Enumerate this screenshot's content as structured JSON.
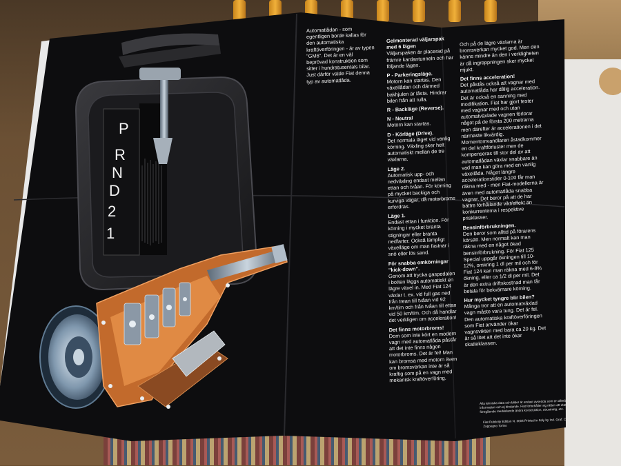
{
  "gear_indicator": {
    "p_label": "P",
    "row_r": "R",
    "row_n": "N",
    "row_d": "D",
    "row_2": "2",
    "row_1": "1"
  },
  "column1": {
    "intro": "Automatlådan - som egentligen borde kallas för den automatiska kraftöverföringen - är av typen \"GM6\". Det är en väl beprövad konstruktion som sitter i hundratusentals bilar. Just därför valde Fiat denna typ av automatlåda."
  },
  "column2": {
    "heading": "Gelmonterad väljarspak med 6 lägen",
    "intro": "Väljarspaken är placerad på främre kardantunneln och har följande lägen.",
    "p_head": "P - Parkeringsläge.",
    "p_text": "Motorn kan startas. Den växellådan och därmed bakhjulen är låsta. Hindrar bilen från att rulla.",
    "r_head": "R - Backläge (Reverse).",
    "n_head": "N - Neutral",
    "n_text": "Motorn kan startas.",
    "d_head": "D - Körläge (Drive).",
    "d_text": "Det normala läget vid vanlig körning. Växling sker helt automatiskt mellan de tre växlarna.",
    "l2_head": "Läge 2.",
    "l2_text": "Automatisk upp- och nedväxling endast mellan ettan och tvåan. För körning på mycket backiga och kurviga vägar, då motorbroms erfordras.",
    "l1_head": "Läge 1.",
    "l1_text": "Endast ettan i funktion. För körning i mycket branta stigningar eller branta nedfarter. Också lämpligt växelläge om man fastnar i snö eller lös sand.",
    "kd_head": "För snabba omkörningar \"kick-down\".",
    "kd_text": "Genom att trycka gaspedalen i botten läggs automatiskt en lägre växel in. Med Fiat 124 växlar t. ex. vid full gas ned från trean till tvåan vid 92 km/tim och från tvåan till ettan vid 50 km/tim. Och då handlar det verkligen om acceleration!",
    "mb_head": "Det finns motorbroms!",
    "mb_text": "Dom som inte kört en modern vagn med automatlåda påstår att det inte finns någon motorbroms. Det är fel! Man kan bromsa med motorn även om bromsverkan inte är så kraftig som på en vagn med mekanisk kraftöverföring."
  },
  "column3": {
    "intro": "Och på de lägre växlarna är bromsverkan mycket god. Men den känns mindre än den i verkligheten är då ingreppningen sker mycket mjukt.",
    "acc_head": "Det finns acceleration!",
    "acc_text": "Det påstås också att vagnar med automatlåda har dålig acceleration. Det är också en sanning med modifikation. Fiat har gjort tester med vagnar med och utan automatväxlade vagnen förlorar något på de första 200 metrarna men därefter är accelerationen i det närmaste likvärdig. Momentomvandlaren åstadkommer en del kraftförluster men de kompenseras till stor del av att automatlådan växlar snabbare än vad man kan göra med en vanlig växellåda. Något längre accelerationstider 0-100 får man räkna med - men Fiat-modellerna är även med automatlåda snabba vagnar. Det beror på att de har bättre förhållande vikt/effekt än konkurrenterna i respektive prisklasser.",
    "fuel_head": "Bensinförbrukningen.",
    "fuel_text": "Den beror som alltid på förarens körsätt. Men normalt kan man räkna med en något ökad bensinförbrukning. För Fiat 125 Special uppgår ökningen till 10-12%, omkring 1 dl per mil och för Fiat 124 kan man räkna med 6-8% ökning, eller ca 1/2 dl per mil. Det är den extra driftskostnad man får betala för bekvämare körning.",
    "heavy_head": "Hur mycket tyngre blir bilen?",
    "heavy_text": "Många tror att en automatväxlad vagn måste vara tung. Det är fel. Den automatiska kraftöverföringen som Fiat använder ökar vagnsvikten med bara ca 20 kg. Det är så litet att det inte ökar skatteklassen."
  },
  "footer": {
    "disclaimer": "Alla tekniska data och bilder är endast avsedda som en allmän information och ej bindande. Fiat förbehåller sig rätten att utan föregående meddelande ändra konstruktion, utrustning, etc.",
    "print": "Fiat Publicity Edition N. 3004 Printed in Italy by Ind. Graf. C. Zappegno Torino"
  },
  "colors": {
    "poster_black": "#0d0d0f",
    "text_white": "#f2f2f2",
    "transmission_orange": "#d8742c",
    "chair_wood": "#e8a232"
  }
}
